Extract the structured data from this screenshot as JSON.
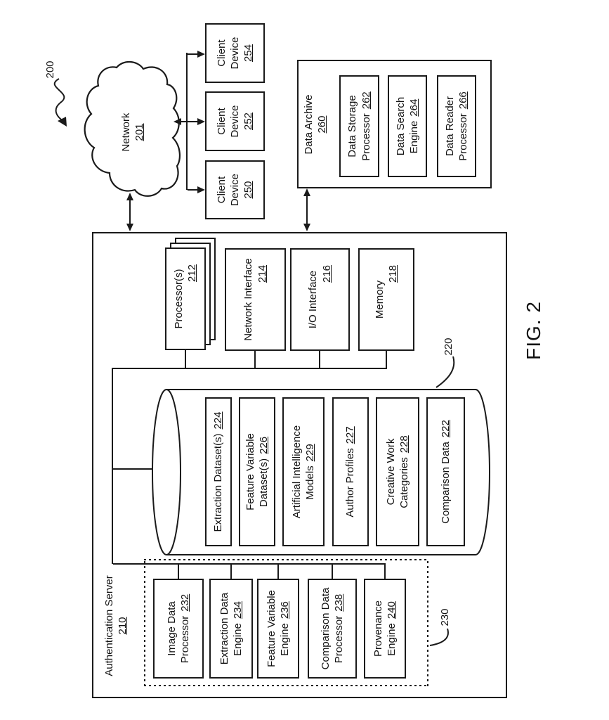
{
  "figure_label": "FIG. 2",
  "system_ref": "200",
  "network": {
    "label": "Network",
    "ref": "201"
  },
  "clients": [
    {
      "lines": [
        "Client",
        "Device"
      ],
      "ref": "250"
    },
    {
      "lines": [
        "Client",
        "Device"
      ],
      "ref": "252"
    },
    {
      "lines": [
        "Client",
        "Device"
      ],
      "ref": "254"
    }
  ],
  "archive": {
    "title": "Data Archive",
    "ref": "260",
    "items": [
      {
        "lines": [
          "Data Storage",
          "Processor"
        ],
        "ref": "262"
      },
      {
        "lines": [
          "Data Search",
          "Engine"
        ],
        "ref": "264"
      },
      {
        "lines": [
          "Data Reader",
          "Processor"
        ],
        "ref": "266"
      }
    ]
  },
  "server": {
    "title": "Authentication Server",
    "ref": "210",
    "hardware": [
      {
        "lines": [
          "Processor(s)"
        ],
        "ref": "212"
      },
      {
        "lines": [
          "Network Interface"
        ],
        "ref": "214"
      },
      {
        "lines": [
          "I/O Interface"
        ],
        "ref": "216"
      },
      {
        "lines": [
          "Memory"
        ],
        "ref": "218"
      }
    ],
    "datastore": {
      "ref": "220",
      "items": [
        {
          "lines": [
            "Extraction Dataset(s)"
          ],
          "ref": "224"
        },
        {
          "lines": [
            "Feature Variable",
            "Dataset(s)"
          ],
          "ref": "226"
        },
        {
          "lines": [
            "Artificial Intelligence",
            "Models"
          ],
          "ref": "229"
        },
        {
          "lines": [
            "Author Profiles"
          ],
          "ref": "227"
        },
        {
          "lines": [
            "Creative Work",
            "Categories"
          ],
          "ref": "228"
        },
        {
          "lines": [
            "Comparison Data"
          ],
          "ref": "222"
        }
      ]
    },
    "engines": {
      "ref": "230",
      "items": [
        {
          "lines": [
            "Image Data",
            "Processor"
          ],
          "ref": "232"
        },
        {
          "lines": [
            "Extraction Data",
            "Engine"
          ],
          "ref": "234"
        },
        {
          "lines": [
            "Feature Variable",
            "Engine"
          ],
          "ref": "236"
        },
        {
          "lines": [
            "Comparison Data",
            "Processor"
          ],
          "ref": "238"
        },
        {
          "lines": [
            "Provenance",
            "Engine"
          ],
          "ref": "240"
        }
      ]
    }
  },
  "colors": {
    "ink": "#1a1a1a",
    "paper": "#ffffff"
  }
}
